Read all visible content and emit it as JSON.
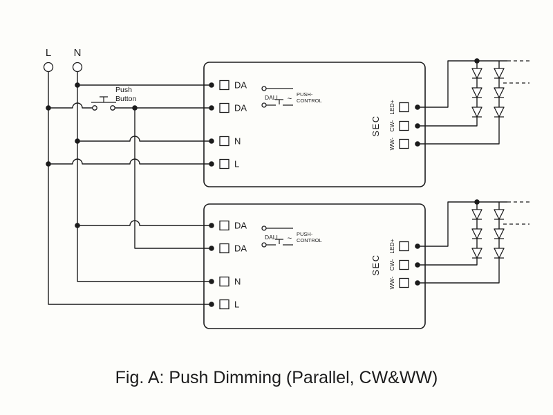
{
  "colors": {
    "line": "#1c1c1c",
    "background": "#fdfdfa"
  },
  "figure": {
    "caption": "Fig. A: Push Dimming (Parallel, CW&WW)"
  },
  "mains": {
    "live": "L",
    "neutral": "N"
  },
  "push_button": {
    "label_line1": "Push",
    "label_line2": "Button"
  },
  "drivers": [
    {
      "input_labels": [
        "DA",
        "DA",
        "N",
        "L"
      ],
      "control": {
        "dali": "DALI",
        "tilde": "~",
        "push_line1": "PUSH-",
        "push_line2": "CONTROL"
      },
      "sec": "SEC",
      "output_labels": [
        "LED+",
        "CW-",
        "WW-"
      ]
    },
    {
      "input_labels": [
        "DA",
        "DA",
        "N",
        "L"
      ],
      "control": {
        "dali": "DALI",
        "tilde": "~",
        "push_line1": "PUSH-",
        "push_line2": "CONTROL"
      },
      "sec": "SEC",
      "output_labels": [
        "LED+",
        "CW-",
        "WW-"
      ]
    }
  ]
}
